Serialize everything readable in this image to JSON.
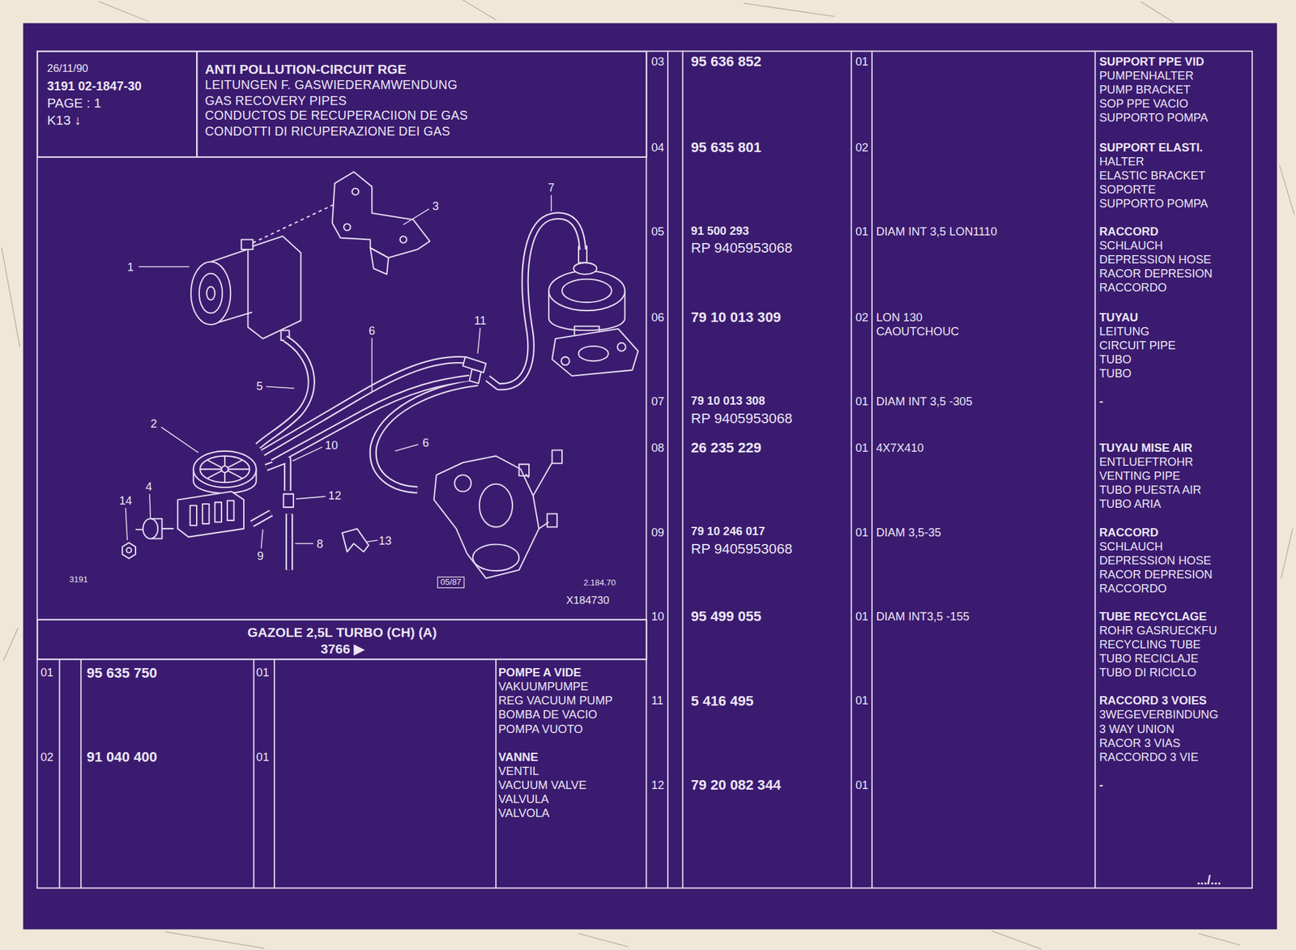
{
  "diagram": {
    "title": "ANTI POLLUTION-CIRCUIT RGE",
    "nodes": [
      {
        "text": [
          "26/11/90",
          "3191 02-1847-30",
          "PAGE : 1",
          "K13 ↓"
        ]
      },
      {
        "text": [
          "LEITUNGEN F. GASWIEDERAMWENDUNG",
          "GAS RECOVERY PIPES",
          "CONDUCTOS DE RECUPERACIION DE GAS",
          "CONDOTTI DI RICUPERAZIONE DEI GAS"
        ]
      },
      {
        "text": [
          "GAZOLE 2,5L TURBO (CH) (A)",
          "3766 ▶"
        ]
      }
    ],
    "labels": [
      "1",
      "2",
      "3",
      "4",
      "5",
      "6",
      "6",
      "7",
      "8",
      "9",
      "10",
      "11",
      "12",
      "13",
      "14",
      "3191",
      "05/87",
      "2.184.70",
      "X184730",
      "01",
      "95 635 750",
      "01",
      "POMPE A VIDE",
      "VAKUUMPUMPE",
      "REG VACUUM PUMP",
      "BOMBA DE VACIO",
      "POMPA VUOTO",
      "02",
      "91 040 400",
      "01",
      "VANNE",
      "VENTIL",
      "VACUUM VALVE",
      "VALVULA",
      "VALVOLA",
      "03",
      "95 636 852",
      "01",
      "SUPPORT PPE VID",
      "PUMPENHALTER",
      "PUMP BRACKET",
      "SOP PPE VACIO",
      "SUPPORTO POMPA",
      "04",
      "95 635 801",
      "02",
      "SUPPORT ELASTI.",
      "HALTER",
      "ELASTIC BRACKET",
      "SOPORTE",
      "SUPPORTO POMPA",
      "05",
      "91 500 293",
      "RP 9405953068",
      "01",
      "DIAM INT 3,5 LON1110",
      "RACCORD",
      "SCHLAUCH",
      "DEPRESSION HOSE",
      "RACOR DEPRESION",
      "RACCORDO",
      "06",
      "79 10 013 309",
      "02",
      "LON 130",
      "CAOUTCHOUC",
      "TUYAU",
      "LEITUNG",
      "CIRCUIT PIPE",
      "TUBO",
      "TUBO",
      "07",
      "79 10 013 308",
      "RP 9405953068",
      "01",
      "DIAM INT 3,5 -305",
      "-",
      "08",
      "26 235 229",
      "01",
      "4X7X410",
      "TUYAU MISE AIR",
      "ENTLUEFTROHR",
      "VENTING PIPE",
      "TUBO PUESTA AIR",
      "TUBO ARIA",
      "09",
      "79 10 246 017",
      "RP 9405953068",
      "01",
      "DIAM 3,5-35",
      "RACCORD",
      "SCHLAUCH",
      "DEPRESSION HOSE",
      "RACOR DEPRESION",
      "RACCORDO",
      "10",
      "95 499 055",
      "01",
      "DIAM INT3,5 -155",
      "TUBE RECYCLAGE",
      "ROHR GASRUECKFU",
      "RECYCLING TUBE",
      "TUBO RECICLAJE",
      "TUBO DI RICICLO",
      "11",
      "5 416 495",
      "01",
      "RACCORD 3 VOIES",
      "3WEGEVERBINDUNG",
      "3 WAY UNION",
      "RACOR 3 VIAS",
      "RACCORDO 3 VIE",
      "12",
      "79 20 082 344",
      "01",
      "-",
      ".../..."
    ]
  }
}
